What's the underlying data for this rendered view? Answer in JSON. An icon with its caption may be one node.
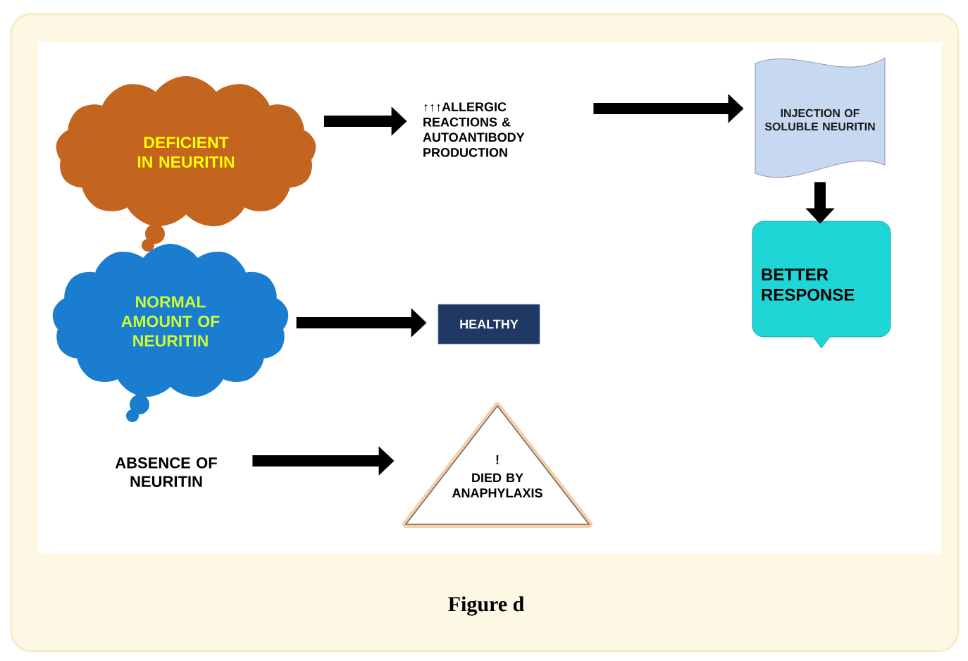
{
  "diagram": {
    "caption": "Figure d",
    "nodes": [
      {
        "text": [
          "DEFICIENT IN NEURITIN"
        ]
      },
      {
        "text": [
          "↑↑↑ALLERGIC REACTIONS & AUTOANTIBODY PRODUCTION"
        ]
      },
      {
        "text": [
          "INJECTION OF SOLUBLE NEURITIN"
        ]
      },
      {
        "text": [
          "BETTER RESPONSE"
        ]
      },
      {
        "text": [
          "NORMAL AMOUNT OF NEURITIN"
        ]
      },
      {
        "text": [
          "HEALTHY"
        ]
      },
      {
        "text": [
          "ABSENCE OF NEURITIN"
        ]
      },
      {
        "text": [
          "!",
          "DIED BY ANAPHYLAXIS"
        ]
      }
    ],
    "edges": [
      {
        "from": 0,
        "to": 1,
        "arrow": "to"
      },
      {
        "from": 1,
        "to": 2,
        "arrow": "to"
      },
      {
        "from": 2,
        "to": 3,
        "arrow": "to"
      },
      {
        "from": 4,
        "to": 5,
        "arrow": "to"
      },
      {
        "from": 6,
        "to": 7,
        "arrow": "to"
      }
    ]
  }
}
